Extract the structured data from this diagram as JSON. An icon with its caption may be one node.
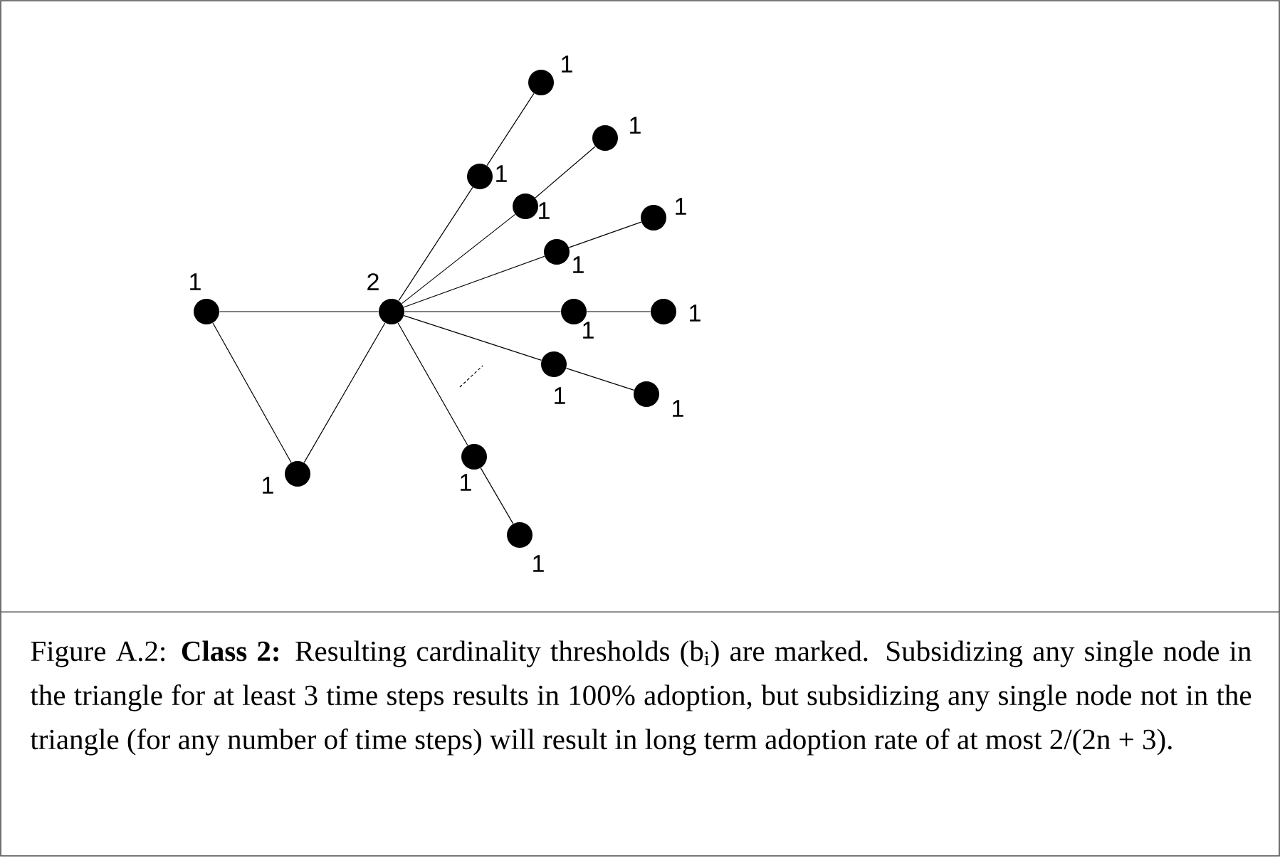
{
  "diagram": {
    "caption": "Figure A.2: **Class 2:** Resulting cardinality thresholds (b$_{i}$) are marked. Subsidizing any single node in the triangle for at least 3 time steps results in 100% adoption, but subsidizing any single node not in the triangle (for any number of time steps) will result in long term adoption rate of at most 2/(2n + 3).",
    "nodes": [
      {
        "text": [],
        "shape": "circle",
        "beside": [
          "1"
        ]
      },
      {
        "text": [],
        "shape": "circle",
        "beside": [
          "2"
        ]
      },
      {
        "text": [],
        "shape": "circle",
        "beside": [
          "1"
        ]
      },
      {
        "text": [],
        "shape": "circle",
        "beside": [
          "1"
        ]
      },
      {
        "text": [],
        "shape": "circle",
        "beside": [
          "1"
        ]
      },
      {
        "text": [],
        "shape": "circle",
        "beside": [
          "1"
        ]
      },
      {
        "text": [],
        "shape": "circle",
        "beside": [
          "1"
        ]
      },
      {
        "text": [],
        "shape": "circle",
        "beside": [
          "1"
        ]
      },
      {
        "text": [],
        "shape": "circle",
        "beside": [
          "1"
        ]
      },
      {
        "text": [],
        "shape": "circle",
        "beside": [
          "1"
        ]
      },
      {
        "text": [],
        "shape": "circle",
        "beside": [
          "1"
        ]
      },
      {
        "text": [],
        "shape": "circle",
        "beside": [
          "1"
        ]
      },
      {
        "text": [],
        "shape": "circle",
        "beside": [
          "1"
        ]
      },
      {
        "text": [],
        "shape": "circle",
        "beside": [
          "1"
        ]
      },
      {
        "text": [],
        "shape": "circle",
        "beside": [
          "1"
        ]
      }
    ],
    "edges": [
      {
        "from": 0,
        "to": 1,
        "arrow": "none"
      },
      {
        "from": 0,
        "to": 2,
        "arrow": "none"
      },
      {
        "from": 2,
        "to": 1,
        "arrow": "none"
      },
      {
        "from": 1,
        "to": 3,
        "arrow": "none"
      },
      {
        "from": 3,
        "to": 4,
        "arrow": "none"
      },
      {
        "from": 1,
        "to": 5,
        "arrow": "none"
      },
      {
        "from": 5,
        "to": 6,
        "arrow": "none"
      },
      {
        "from": 1,
        "to": 7,
        "arrow": "none"
      },
      {
        "from": 7,
        "to": 8,
        "arrow": "none"
      },
      {
        "from": 1,
        "to": 9,
        "arrow": "none"
      },
      {
        "from": 9,
        "to": 10,
        "arrow": "none"
      },
      {
        "from": 1,
        "to": 11,
        "arrow": "none"
      },
      {
        "from": 11,
        "to": 12,
        "arrow": "none"
      },
      {
        "from": 1,
        "to": 13,
        "arrow": "none"
      },
      {
        "from": 13,
        "to": 14,
        "arrow": "none"
      }
    ]
  }
}
